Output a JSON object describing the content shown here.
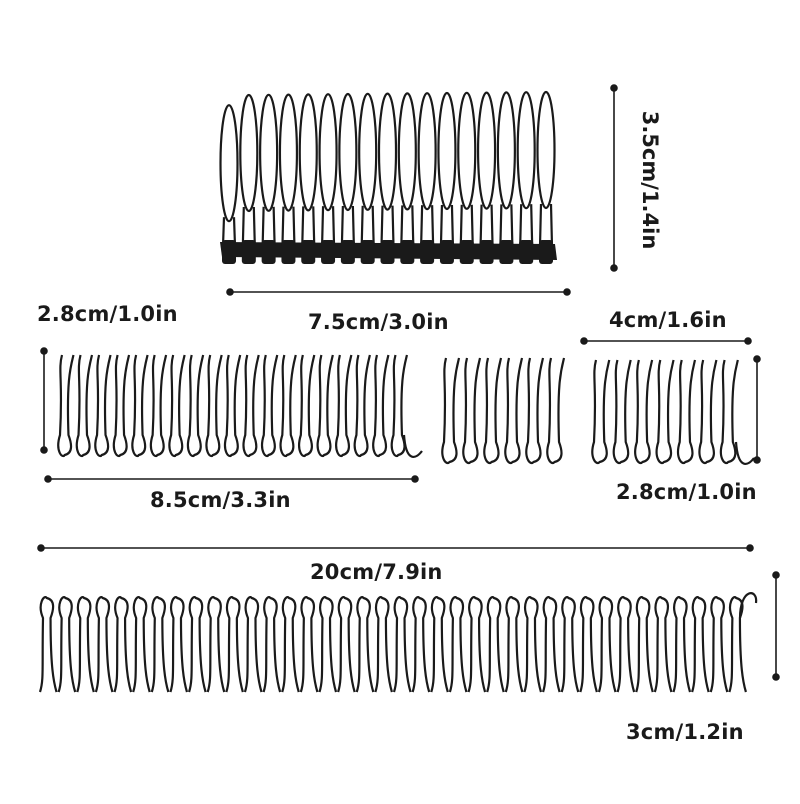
{
  "combs": [
    {
      "name": "large-plastic-comb",
      "width_label": "7.5cm/3.0in",
      "height_label": "3.5cm/1.4in",
      "teeth": 17
    },
    {
      "name": "wire-comb-medium",
      "width_label": "8.5cm/3.3in",
      "height_label": "2.8cm/1.0in",
      "teeth": 19
    },
    {
      "name": "wire-comb-small-a",
      "teeth": 6
    },
    {
      "name": "wire-comb-small-b",
      "width_label": "4cm/1.6in",
      "height_label": "2.8cm/1.0in",
      "teeth": 7
    },
    {
      "name": "wire-comb-long",
      "width_label": "20cm/7.9in",
      "height_label": "3cm/1.2in",
      "teeth": 38
    }
  ],
  "colors": {
    "ink": "#1a1a1a",
    "background": "#ffffff"
  }
}
